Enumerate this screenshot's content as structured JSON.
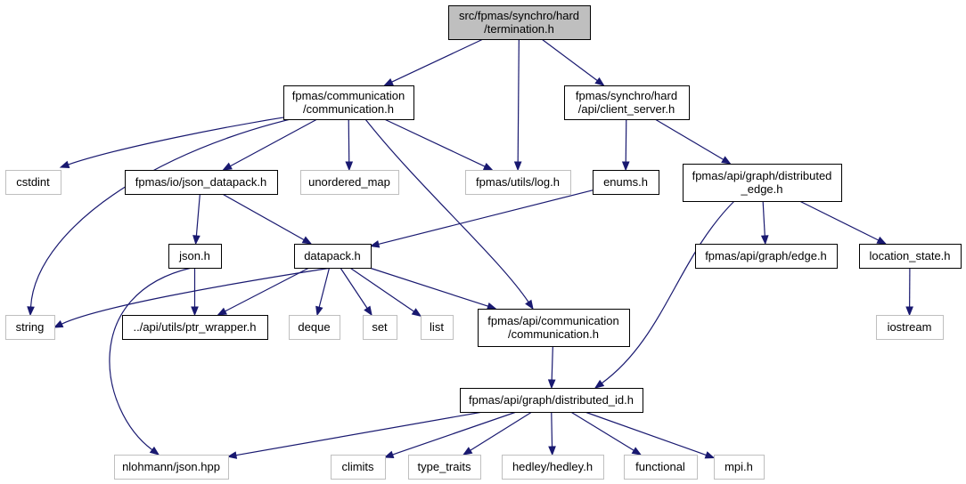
{
  "diagram": {
    "root": {
      "id": "termination",
      "lines": [
        "src/fpmas/synchro/hard",
        "/termination.h"
      ]
    },
    "nodes": [
      {
        "id": "communication",
        "lines": [
          "fpmas/communication",
          "/communication.h"
        ],
        "style": "normal"
      },
      {
        "id": "client_server",
        "lines": [
          "fpmas/synchro/hard",
          "/api/client_server.h"
        ],
        "style": "normal"
      },
      {
        "id": "cstdint",
        "lines": [
          "cstdint"
        ],
        "style": "external"
      },
      {
        "id": "json_datapack",
        "lines": [
          "fpmas/io/json_datapack.h"
        ],
        "style": "normal"
      },
      {
        "id": "unordered_map",
        "lines": [
          "unordered_map"
        ],
        "style": "external"
      },
      {
        "id": "log",
        "lines": [
          "fpmas/utils/log.h"
        ],
        "style": "external"
      },
      {
        "id": "enums",
        "lines": [
          "enums.h"
        ],
        "style": "normal"
      },
      {
        "id": "distributed_edge",
        "lines": [
          "fpmas/api/graph/distributed",
          "_edge.h"
        ],
        "style": "normal"
      },
      {
        "id": "json",
        "lines": [
          "json.h"
        ],
        "style": "normal"
      },
      {
        "id": "datapack",
        "lines": [
          "datapack.h"
        ],
        "style": "normal"
      },
      {
        "id": "edge",
        "lines": [
          "fpmas/api/graph/edge.h"
        ],
        "style": "normal"
      },
      {
        "id": "location_state",
        "lines": [
          "location_state.h"
        ],
        "style": "normal"
      },
      {
        "id": "string",
        "lines": [
          "string"
        ],
        "style": "external"
      },
      {
        "id": "ptr_wrapper",
        "lines": [
          "../api/utils/ptr_wrapper.h"
        ],
        "style": "normal"
      },
      {
        "id": "deque",
        "lines": [
          "deque"
        ],
        "style": "external"
      },
      {
        "id": "set",
        "lines": [
          "set"
        ],
        "style": "external"
      },
      {
        "id": "list",
        "lines": [
          "list"
        ],
        "style": "external"
      },
      {
        "id": "api_communication",
        "lines": [
          "fpmas/api/communication",
          "/communication.h"
        ],
        "style": "normal"
      },
      {
        "id": "iostream",
        "lines": [
          "iostream"
        ],
        "style": "external"
      },
      {
        "id": "distributed_id",
        "lines": [
          "fpmas/api/graph/distributed_id.h"
        ],
        "style": "normal"
      },
      {
        "id": "json_hpp",
        "lines": [
          "nlohmann/json.hpp"
        ],
        "style": "external"
      },
      {
        "id": "climits",
        "lines": [
          "climits"
        ],
        "style": "external"
      },
      {
        "id": "type_traits",
        "lines": [
          "type_traits"
        ],
        "style": "external"
      },
      {
        "id": "hedley",
        "lines": [
          "hedley/hedley.h"
        ],
        "style": "external"
      },
      {
        "id": "functional",
        "lines": [
          "functional"
        ],
        "style": "external"
      },
      {
        "id": "mpi",
        "lines": [
          "mpi.h"
        ],
        "style": "external"
      }
    ],
    "edges": [
      [
        "termination",
        "communication"
      ],
      [
        "termination",
        "log"
      ],
      [
        "termination",
        "client_server"
      ],
      [
        "communication",
        "cstdint"
      ],
      [
        "communication",
        "string"
      ],
      [
        "communication",
        "json_datapack"
      ],
      [
        "communication",
        "unordered_map"
      ],
      [
        "communication",
        "log"
      ],
      [
        "communication",
        "api_communication"
      ],
      [
        "client_server",
        "enums"
      ],
      [
        "client_server",
        "distributed_edge"
      ],
      [
        "json_datapack",
        "json"
      ],
      [
        "json_datapack",
        "datapack"
      ],
      [
        "enums",
        "datapack"
      ],
      [
        "distributed_edge",
        "edge"
      ],
      [
        "distributed_edge",
        "location_state"
      ],
      [
        "distributed_edge",
        "distributed_id"
      ],
      [
        "json",
        "ptr_wrapper"
      ],
      [
        "json",
        "json_hpp"
      ],
      [
        "datapack",
        "string"
      ],
      [
        "datapack",
        "ptr_wrapper"
      ],
      [
        "datapack",
        "deque"
      ],
      [
        "datapack",
        "set"
      ],
      [
        "datapack",
        "list"
      ],
      [
        "datapack",
        "api_communication"
      ],
      [
        "location_state",
        "iostream"
      ],
      [
        "api_communication",
        "distributed_id"
      ],
      [
        "distributed_id",
        "json_hpp"
      ],
      [
        "distributed_id",
        "climits"
      ],
      [
        "distributed_id",
        "type_traits"
      ],
      [
        "distributed_id",
        "hedley"
      ],
      [
        "distributed_id",
        "functional"
      ],
      [
        "distributed_id",
        "mpi"
      ]
    ],
    "colors": {
      "root_fill": "#bfbfbf",
      "root_stroke": "#000000",
      "node_stroke": "#000000",
      "external_stroke": "#bfbfbf",
      "edge": "#191970"
    }
  }
}
